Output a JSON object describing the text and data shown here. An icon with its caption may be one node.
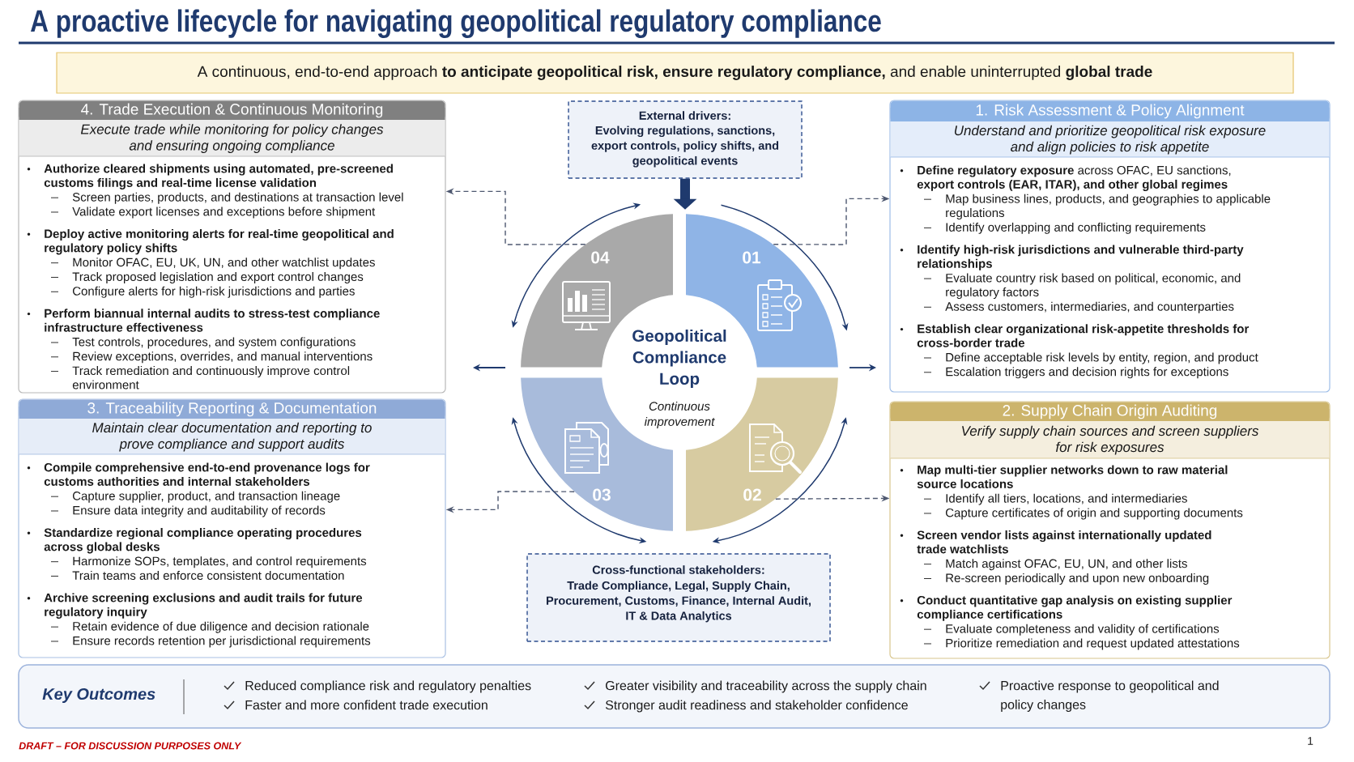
{
  "diagram": {
    "title": "A proactive lifecycle for navigating geopolitical regulatory compliance",
    "nodes": [
      {
        "text": [
          "A continuous, end-to-end approach **to anticipate geopolitical risk, ensure regulatory compliance,** and enable uninterrupted **global trade**"
        ]
      },
      {
        "text": [
          "4. Trade Execution & Continuous Monitoring",
          "Execute trade while monitoring for policy changes and ensuring ongoing compliance",
          "Authorize cleared shipments using automated, pre-screened customs filings and real-time license validation",
          "Screen parties, products, and destinations at transaction level",
          "Validate export licenses and exceptions before shipment",
          "Deploy active monitoring alerts for real-time geopolitical and regulatory policy shifts",
          "Monitor OFAC, EU, UK, UN, and other watchlist updates",
          "Track proposed legislation and export control changes",
          "Configure alerts for high-risk jurisdictions and parties",
          "Perform biannual internal audits to stress-test compliance infrastructure effectiveness",
          "Test controls, procedures, and system configurations",
          "Review exceptions, overrides, and manual interventions",
          "Track remediation and continuously improve control environment"
        ]
      },
      {
        "text": [
          "External drivers:",
          "Evolving regulations, sanctions, export controls, policy shifts, and geopolitical events"
        ]
      },
      {
        "text": [
          "1. Risk Assessment & Policy Alignment",
          "Understand and prioritize geopolitical risk exposure and align policies to risk appetite",
          "**Define regulatory exposure** across OFAC, EU sanctions, **export controls (EAR, ITAR), and other global regimes**",
          "Map business lines, products, and geographies to applicable regulations",
          "Identify overlapping and conflicting requirements",
          "Identify high-risk jurisdictions and vulnerable third-party relationships",
          "Evaluate country risk based on political, economic, and regulatory factors",
          "Assess customers, intermediaries, and counterparties",
          "Establish clear organizational risk-appetite thresholds for cross-border trade",
          "Define acceptable risk levels by entity, region, and product",
          "Escalation triggers and decision rights for exceptions"
        ]
      },
      {
        "text": [
          "04"
        ]
      },
      {
        "text": [
          "01"
        ]
      },
      {
        "text": [
          "Geopolitical Compliance Loop",
          "Continuous improvement"
        ]
      },
      {
        "text": [
          "03"
        ]
      },
      {
        "text": [
          "02"
        ]
      },
      {
        "text": [
          "3. Traceability Reporting & Documentation",
          "Maintain clear documentation and reporting to prove compliance and support audits",
          "Compile comprehensive end-to-end provenance logs for customs authorities and internal stakeholders",
          "Capture supplier, product, and transaction lineage",
          "Ensure data integrity and auditability of records",
          "Standardize regional compliance operating procedures across global desks",
          "Harmonize SOPs, templates, and control requirements",
          "Train teams and enforce consistent documentation",
          "Archive screening exclusions and audit trails for future regulatory inquiry",
          "Retain evidence of due diligence and decision rationale",
          "Ensure records retention per jurisdictional requirements"
        ]
      },
      {
        "text": [
          "Cross-functional stakeholders:",
          "Trade Compliance, Legal, Supply Chain, Procurement, Customs, Finance, Internal Audit, IT & Data Analytics"
        ]
      },
      {
        "text": [
          "2. Supply Chain Origin Auditing",
          "Verify supply chain sources and screen suppliers for risk exposures",
          "Map multi-tier supplier networks down to raw material source locations",
          "Identify all tiers, locations, and intermediaries",
          "Capture certificates of origin and supporting documents",
          "Screen vendor lists against internationally updated trade watchlists",
          "Match against OFAC, EU, UN, and other lists",
          "Re-screen periodically and upon new onboarding",
          "Conduct quantitative gap analysis on existing supplier compliance certifications",
          "Evaluate completeness and validity of certifications",
          "Prioritize remediation and request updated attestations"
        ]
      },
      {
        "text": [
          "Key Outcomes",
          "Reduced compliance risk and regulatory penalties",
          "Faster and more confident trade execution",
          "Greater visibility and traceability across the supply chain",
          "Stronger audit readiness and stakeholder confidence",
          "Proactive response to geopolitical and policy changes"
        ]
      }
    ],
    "edges": [
      {
        "from": 2,
        "to": 5,
        "arrow": "to",
        "style": "thick",
        "color": "#1f3a6e"
      },
      {
        "from": 4,
        "to": 1,
        "arrow": "to",
        "style": "dashed"
      },
      {
        "from": 5,
        "to": 3,
        "arrow": "to",
        "style": "dashed"
      },
      {
        "from": 7,
        "to": 9,
        "arrow": "to",
        "style": "dashed"
      },
      {
        "from": 8,
        "to": 11,
        "arrow": "to",
        "style": "dashed"
      }
    ],
    "labels": [
      "DRAFT – FOR DISCUSSION PURPOSES ONLY",
      "1"
    ]
  }
}
